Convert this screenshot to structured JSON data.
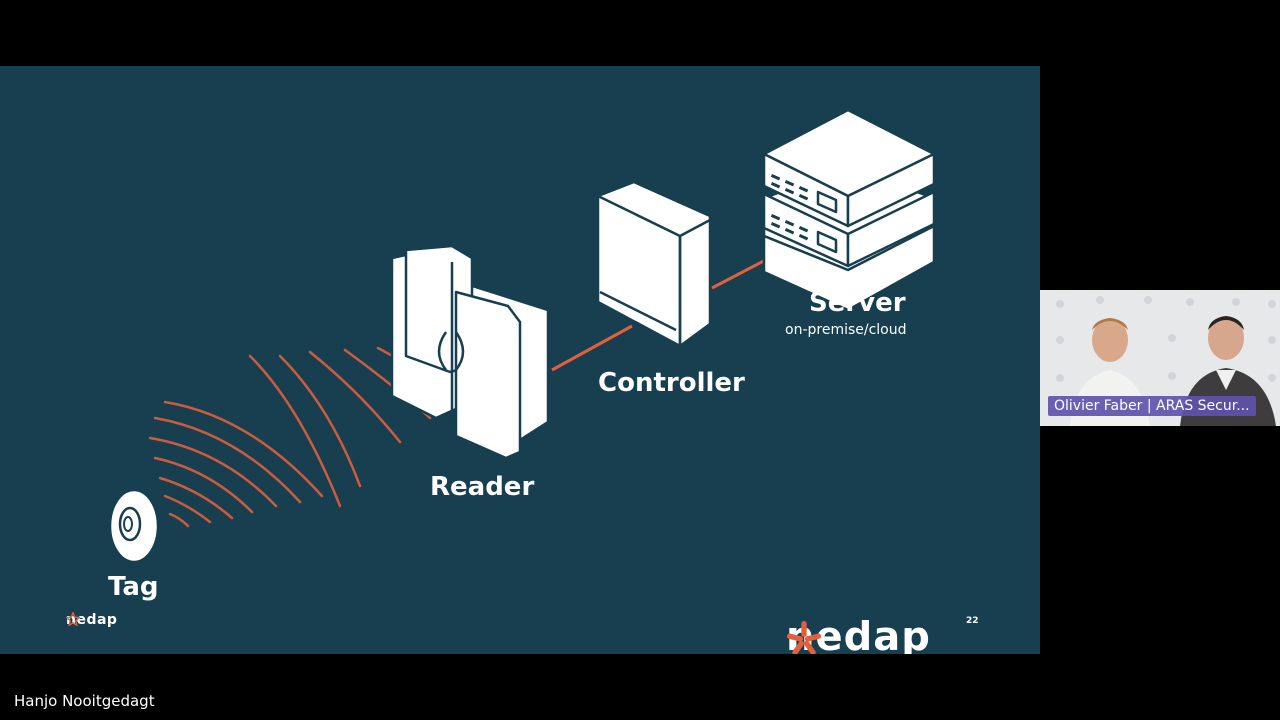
{
  "slide": {
    "labels": {
      "tag": "Tag",
      "reader": "Reader",
      "controller": "Controller",
      "server": "Server",
      "server_sub": "on-premise/cloud"
    },
    "brand_small": "nedap",
    "brand_large": "nedap",
    "page_number": "22",
    "colors": {
      "background": "#173f4f",
      "accent": "#e0603f",
      "foreground": "#ffffff"
    }
  },
  "video_tile": {
    "participant_name": "Olivier Faber | ARAS Secur..."
  },
  "active_speaker": "Hanjo Nooitgedagt"
}
